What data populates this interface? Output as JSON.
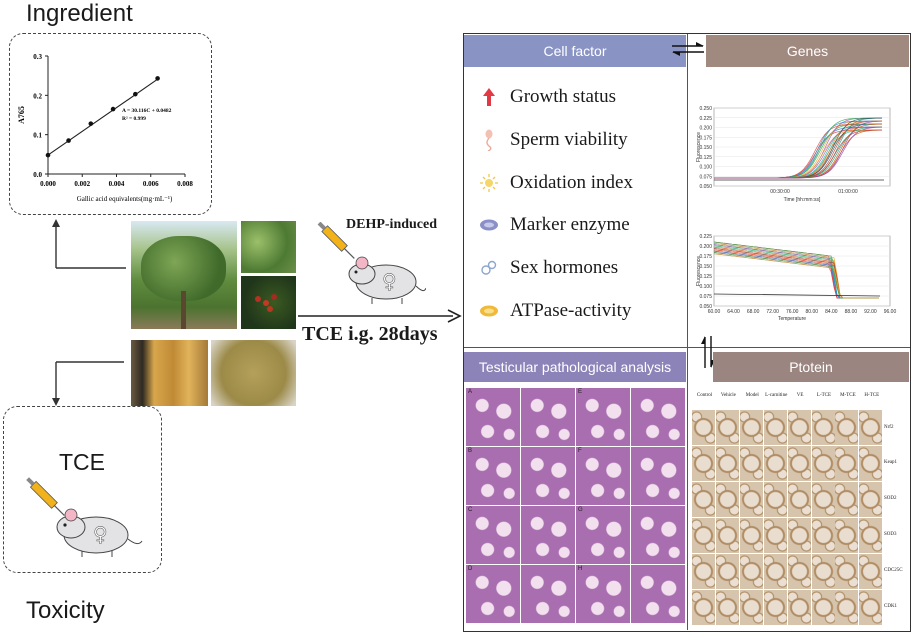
{
  "left": {
    "ingredient_title": "Ingredient",
    "tce_label": "TCE",
    "toxicity_title": "Toxicity",
    "chart": {
      "ylabel": "A765",
      "xlabel": "Gallic acid equivalents(mg·mL⁻¹)",
      "equation": "A = 30.116C + 0.0482",
      "r2": "R² = 0.999",
      "yticks": [
        "0.0",
        "0.1",
        "0.2",
        "0.3"
      ],
      "xticks": [
        "0.000",
        "0.002",
        "0.004",
        "0.006",
        "0.008"
      ]
    }
  },
  "chart_data": {
    "type": "scatter",
    "title": "",
    "xlabel": "Gallic acid equivalents(mg·mL⁻¹)",
    "ylabel": "A765",
    "xlim": [
      0,
      0.008
    ],
    "ylim": [
      0,
      0.3
    ],
    "series": [
      {
        "x": [
          0.0,
          0.0012,
          0.0025,
          0.0038,
          0.0051,
          0.0064
        ],
        "y": [
          0.048,
          0.085,
          0.128,
          0.165,
          0.203,
          0.243
        ]
      }
    ],
    "annotations": [
      "A = 30.116C + 0.0482",
      "R² = 0.999"
    ]
  },
  "middle": {
    "induction": "DEHP-induced",
    "treatment": "TCE i.g. 28days"
  },
  "cell_factor": {
    "header": "Cell factor",
    "items": [
      {
        "label": "Growth status",
        "icon": "red-arrow-icon"
      },
      {
        "label": "Sperm viability",
        "icon": "sperm-icon"
      },
      {
        "label": "Oxidation index",
        "icon": "sun-icon"
      },
      {
        "label": "Marker enzyme",
        "icon": "blue-pill-icon"
      },
      {
        "label": "Sex hormones",
        "icon": "molecule-icon"
      },
      {
        "label": "ATPase-activity",
        "icon": "yellow-disc-icon"
      }
    ]
  },
  "genes": {
    "header": "Genes",
    "amp_yticks": [
      "0.250",
      "0.225",
      "0.200",
      "0.175",
      "0.150",
      "0.125",
      "0.100",
      "0.075",
      "0.050"
    ],
    "amp_xticks": [
      "00:30:00",
      "01:00:00"
    ],
    "amp_xlabel": "Time [hh:mm:ss]",
    "melt_yticks": [
      "0.225",
      "0.200",
      "0.175",
      "0.150",
      "0.125",
      "0.100",
      "0.075",
      "0.050"
    ],
    "melt_xticks": [
      "60.00",
      "64.00",
      "68.00",
      "72.00",
      "76.00",
      "80.00",
      "84.00",
      "88.00",
      "92.00",
      "96.00"
    ],
    "melt_xlabel": "Temperature",
    "ylabel": "Fluorescence"
  },
  "pathology": {
    "header": "Testicular pathological analysis",
    "panel_letters": [
      "A",
      "E",
      "B",
      "F",
      "C",
      "G",
      "D",
      "H"
    ]
  },
  "protein": {
    "header": "Ptotein",
    "columns": [
      "Control",
      "Vehicle",
      "Model",
      "L-carnitine",
      "VE",
      "L-TCE",
      "M-TCE",
      "H-TCE"
    ],
    "rows": [
      "Nrf2",
      "Keap1",
      "SOD2",
      "SOD3",
      "CDC25C",
      "CDK1"
    ]
  },
  "colors": {
    "cell_factor_header": "#8a94c4",
    "genes_header": "#a08a80",
    "pathology_header": "#8c84b8",
    "protein_header": "#9a8580"
  }
}
